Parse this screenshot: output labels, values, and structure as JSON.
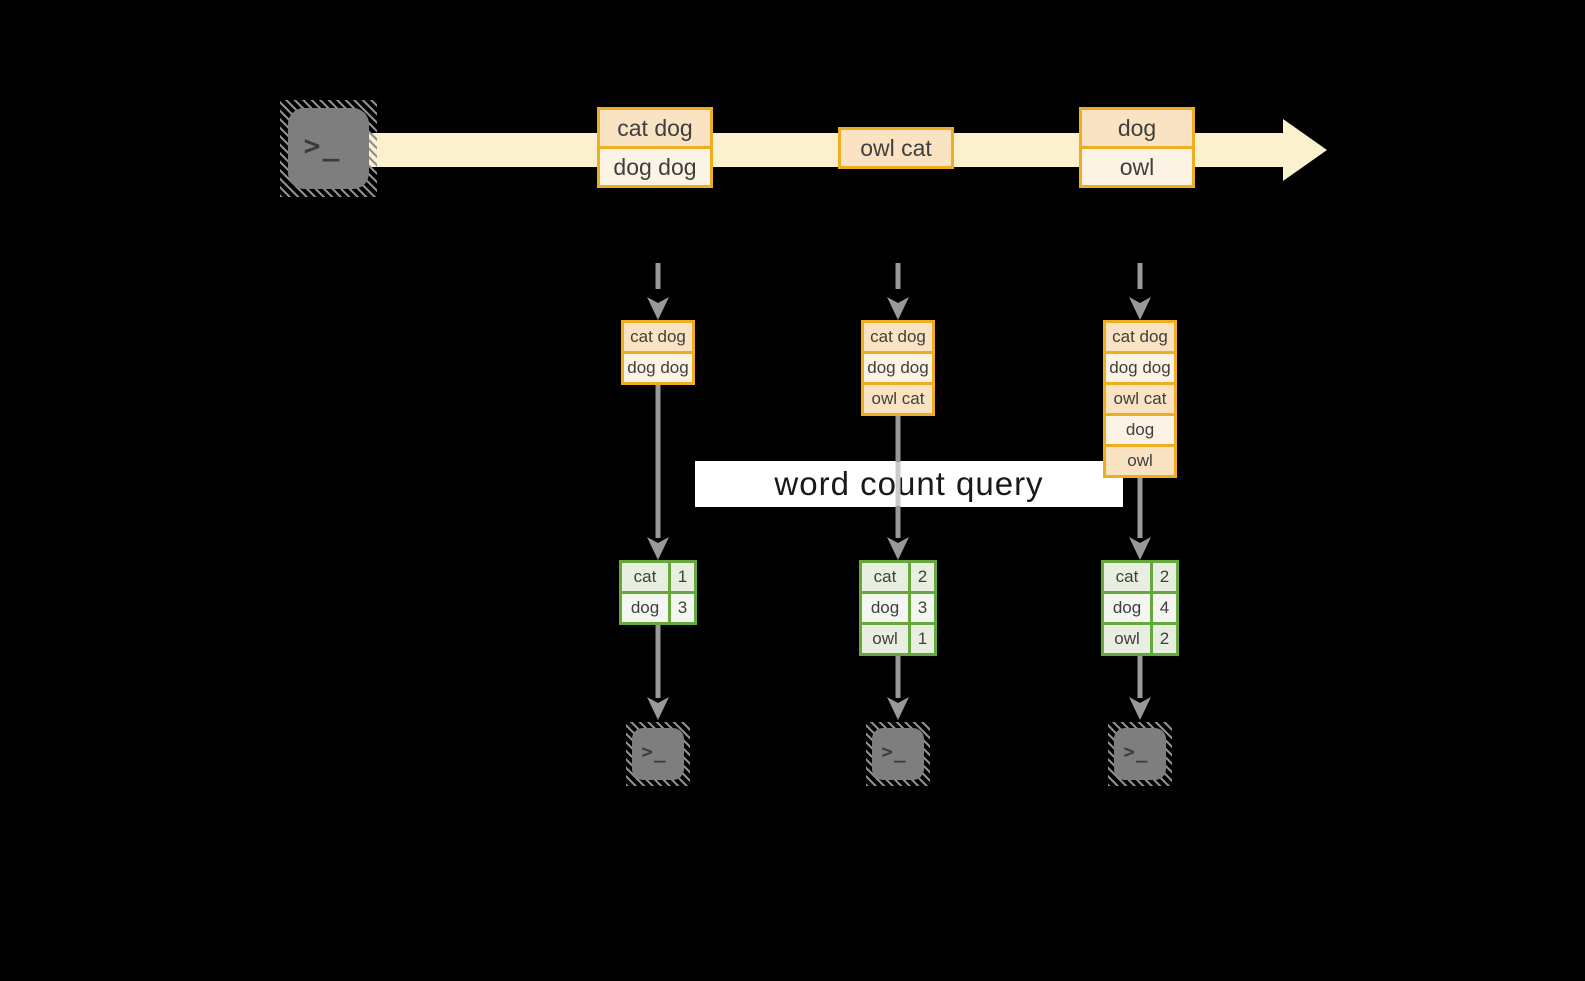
{
  "stream": {
    "batches": [
      {
        "rows": [
          "cat dog",
          "dog dog"
        ]
      },
      {
        "rows": [
          "owl cat"
        ]
      },
      {
        "rows": [
          "dog",
          "owl"
        ]
      }
    ]
  },
  "query": {
    "label": "word count query"
  },
  "pipelines": [
    {
      "buffer": [
        "cat dog",
        "dog dog"
      ],
      "counts": [
        {
          "word": "cat",
          "n": "1"
        },
        {
          "word": "dog",
          "n": "3"
        }
      ]
    },
    {
      "buffer": [
        "cat dog",
        "dog dog",
        "owl cat"
      ],
      "counts": [
        {
          "word": "cat",
          "n": "2"
        },
        {
          "word": "dog",
          "n": "3"
        },
        {
          "word": "owl",
          "n": "1"
        }
      ]
    },
    {
      "buffer": [
        "cat dog",
        "dog dog",
        "owl cat",
        "dog",
        "owl"
      ],
      "counts": [
        {
          "word": "cat",
          "n": "2"
        },
        {
          "word": "dog",
          "n": "4"
        },
        {
          "word": "owl",
          "n": "2"
        }
      ]
    }
  ],
  "icons": {
    "terminal_glyph": ">_"
  },
  "colors": {
    "gold": "#efae1f",
    "peach": "#fae3c2",
    "cream": "#fdf3e4",
    "band": "#fbf1ce",
    "green_border": "#67a83b",
    "green_dark": "#e8efe1",
    "green_light": "#f4f7f1",
    "arrow_gray": "#999999",
    "terminal_gray": "#7e7e7e",
    "label_text": "#3f3f3f",
    "query_text": "#191919",
    "bg": "#000000"
  }
}
